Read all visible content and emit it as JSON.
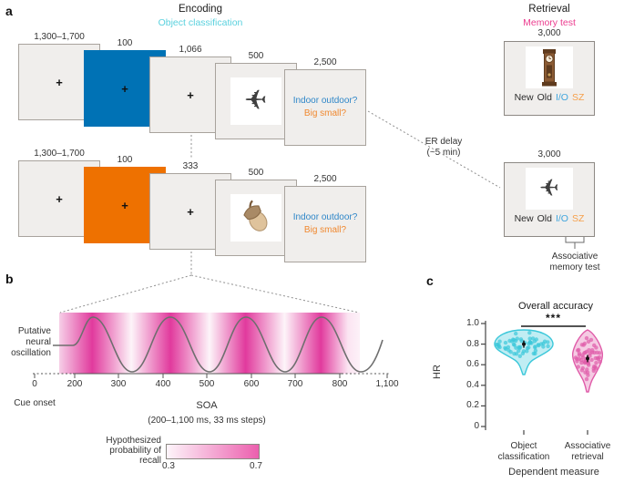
{
  "colors": {
    "cue_blue": "#0072b5",
    "cue_orange": "#ee7100",
    "encoding_subtitle_cyan": "#5ad1de",
    "retrieval_subtitle_magenta": "#ec3d8f",
    "question_blue": "#2e86c8",
    "question_orange": "#f0882f",
    "io_blue": "#3fa5dd",
    "sz_orange": "#f6a04b",
    "violin_cyan": "#3cc8da",
    "violin_magenta": "#e05ca9",
    "recall_gradient_low": "#fdf5fa",
    "recall_gradient_high": "#ec5fae"
  },
  "panel_a": {
    "label": "a",
    "encoding": {
      "title": "Encoding",
      "subtitle": "Object classification"
    },
    "retrieval": {
      "title": "Retrieval",
      "subtitle": "Memory test"
    },
    "trial1": {
      "durations": [
        "1,300–1,700",
        "100",
        "1,066",
        "500",
        "2,500"
      ],
      "fixation": "+",
      "stimulus": "airplane",
      "question_line1": "Indoor outdoor?",
      "question_line2": "Big small?"
    },
    "trial2": {
      "durations": [
        "1,300–1,700",
        "100",
        "333",
        "500",
        "2,500"
      ],
      "fixation": "+",
      "stimulus": "acorn",
      "question_line1": "Indoor outdoor?",
      "question_line2": "Big small?"
    },
    "er_delay_line1": "ER delay",
    "er_delay_line2": "(~5 min)",
    "test1": {
      "duration": "3,000",
      "stimulus": "grandfather-clock",
      "options": [
        "New",
        "Old",
        "I/O",
        "SZ"
      ]
    },
    "test2": {
      "duration": "3,000",
      "stimulus": "airplane",
      "options": [
        "New",
        "Old",
        "I/O",
        "SZ"
      ]
    },
    "assoc_label_line1": "Associative",
    "assoc_label_line2": "memory test"
  },
  "panel_b": {
    "label": "b",
    "osc_label_line1": "Putative",
    "osc_label_line2": "neural",
    "osc_label_line3": "oscillation",
    "cue_onset": "Cue onset",
    "x_ticks": [
      "0",
      "200",
      "300",
      "400",
      "500",
      "600",
      "700",
      "800",
      "1,100"
    ],
    "xlabel": "SOA",
    "x_note": "(200–1,100 ms, 33 ms steps)",
    "legend_line1": "Hypothesized",
    "legend_line2": "probability of",
    "legend_line3": "recall",
    "legend_min": "0.3",
    "legend_max": "0.7"
  },
  "panel_c": {
    "label": "c",
    "title": "Overall accuracy",
    "significance": "***",
    "ylabel": "HR",
    "y_tick_labels": [
      "1.0",
      "0.8",
      "0.6",
      "0.4",
      "0.2",
      "0"
    ],
    "group1_line1": "Object",
    "group1_line2": "classification",
    "group2_line1": "Associative",
    "group2_line2": "retrieval",
    "xlabel": "Dependent measure"
  },
  "chart_data": [
    {
      "panel": "b",
      "type": "line",
      "title": "Putative neural oscillation over SOA",
      "xlabel": "SOA",
      "x_note": "(200–1,100 ms, 33 ms steps)",
      "x_ticks": [
        0,
        200,
        300,
        400,
        500,
        600,
        700,
        800,
        1100
      ],
      "x_axis_break_after_ms": 850,
      "wave": {
        "flat_until_ms": 200,
        "peaks_ms": [
          240,
          410,
          585,
          755
        ],
        "troughs_ms": [
          330,
          500,
          670,
          845
        ],
        "approx_frequency_hz": 5.8
      },
      "colorbar": {
        "label": "Hypothesized probability of recall",
        "min": 0.3,
        "max": 0.7
      }
    },
    {
      "panel": "c",
      "type": "violin",
      "title": "Overall accuracy",
      "ylabel": "HR",
      "xlabel": "Dependent measure",
      "ylim": [
        0,
        1.0
      ],
      "y_ticks": [
        1.0,
        0.8,
        0.6,
        0.4,
        0.2,
        0
      ],
      "significance": "***",
      "groups": [
        {
          "label": "Object classification",
          "mean": 0.8,
          "range": [
            0.55,
            0.93
          ],
          "color": "#3cc8da",
          "sd": 0.055,
          "bulge": 0.8,
          "spread": 0.1,
          "max_halfwidth": 30,
          "n": 60
        },
        {
          "label": "Associative retrieval",
          "mean": 0.66,
          "range": [
            0.34,
            0.93
          ],
          "color": "#e05ca9",
          "sd": 0.09,
          "bulge": 0.67,
          "spread": 0.16,
          "max_halfwidth": 15,
          "n": 60
        }
      ]
    }
  ]
}
